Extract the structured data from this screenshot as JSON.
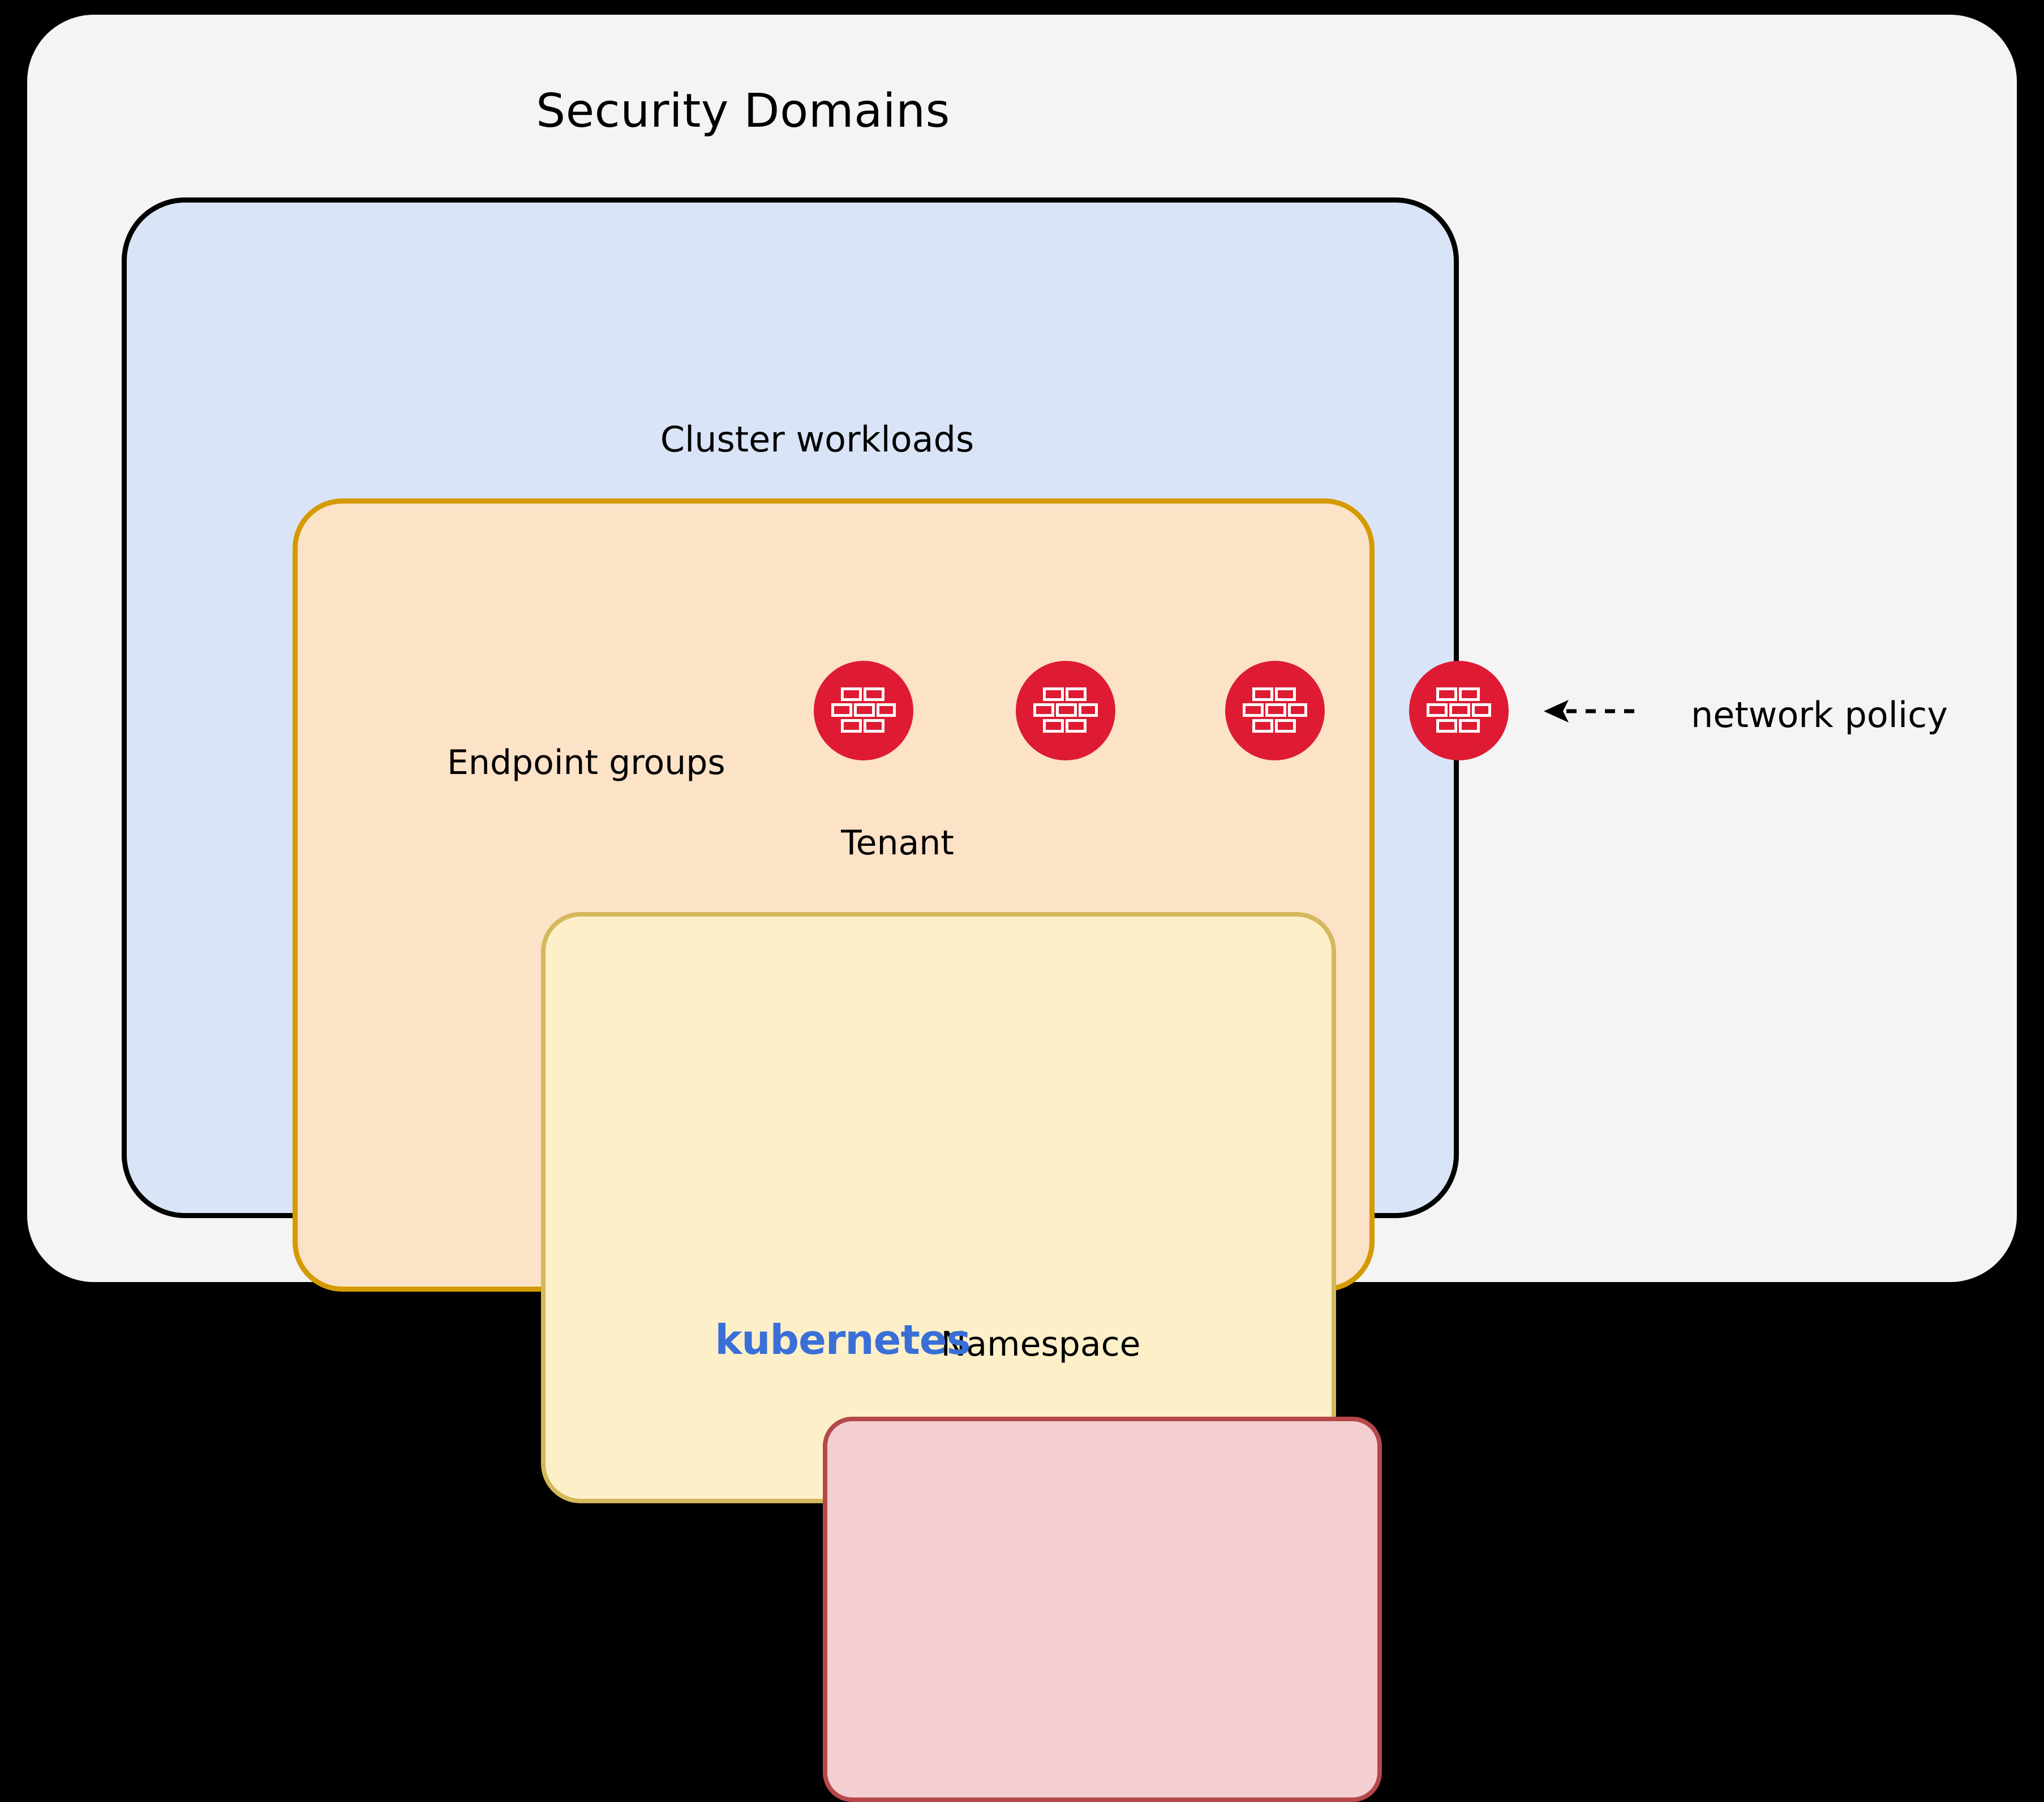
{
  "diagram": {
    "title": "Security Domains",
    "boxes": {
      "kubernetes": {
        "label": "kubernetes",
        "header_label": "Cluster workloads",
        "fill": "#D9E5F7",
        "border": "#000000",
        "brand_color": "#3A6FD8"
      },
      "tenant": {
        "label": "Tenant",
        "fill": "#FCE2C7",
        "border": "#D49A00"
      },
      "namespace": {
        "label": "Namespace",
        "fill": "#FDF0C8",
        "border": "#D4B85C"
      },
      "endpoint_groups": {
        "label": "Endpoint groups",
        "fill": "#F4CFD1",
        "border": "#B5484B"
      }
    },
    "badges": {
      "icon_name": "firewall-brick-wall-icon",
      "color": "#DE1B32",
      "count": 4,
      "positions": [
        "endpoint-groups-boundary",
        "namespace-boundary",
        "tenant-boundary",
        "cluster-boundary"
      ]
    },
    "callout": {
      "label": "network policy",
      "arrow": "dashed-left-arrow"
    },
    "background": {
      "page": "#000000",
      "panel": "#F4F4F4"
    }
  }
}
